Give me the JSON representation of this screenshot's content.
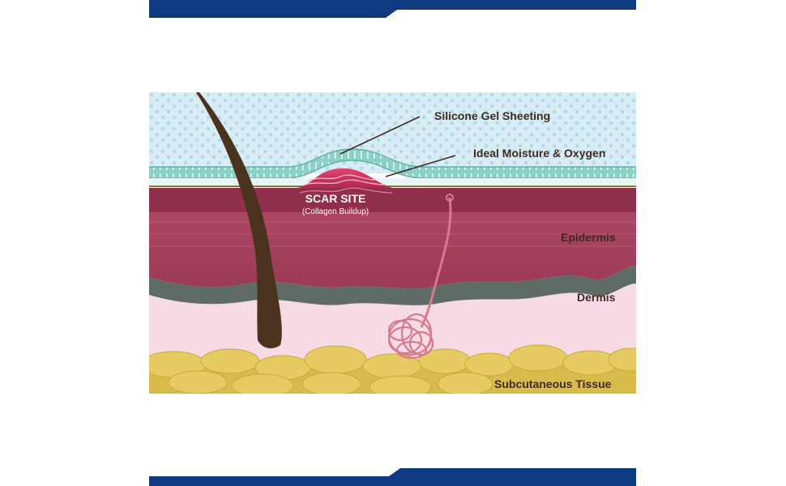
{
  "colors": {
    "brand_band": "#0f3a82",
    "gel_sky": "#d8ecf4",
    "gel_band": "#7cc7bd",
    "epidermis": "#a7415c",
    "dermis": "#f6dbe4",
    "subcutaneous": "#e2c559",
    "hair": "#4a331e",
    "gland": "#d87a8e"
  },
  "labels": {
    "silicone_gel": "Silicone Gel Sheeting",
    "moisture_oxygen": "Ideal Moisture & Oxygen",
    "scar_site": "SCAR SITE",
    "collagen": "(Collagen Buildup)",
    "epidermis": "Epidermis",
    "dermis": "Dermis",
    "subcutaneous": "Subcutaneous Tissue"
  },
  "icons": {
    "hair": "hair-follicle-icon",
    "gland": "sweat-gland-icon"
  }
}
